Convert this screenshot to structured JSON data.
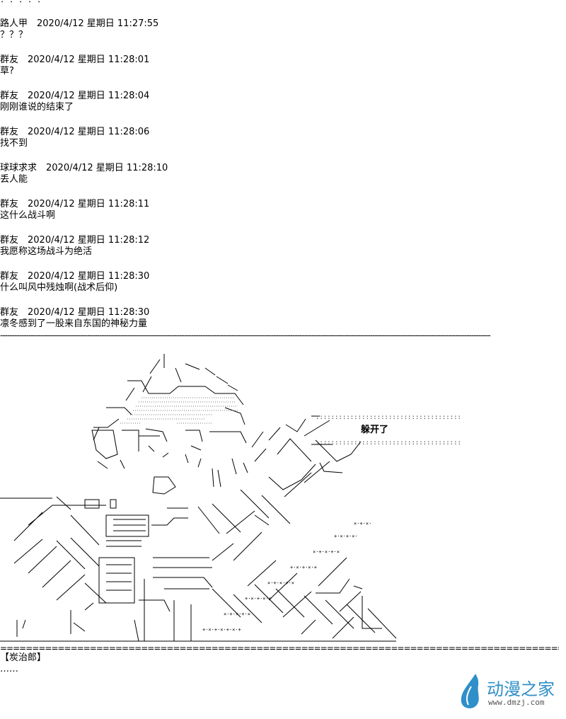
{
  "top_line": "？？？？？",
  "messages": [
    {
      "header": "路人甲　2020/4/12 星期日 11:27:55",
      "body": "？？？"
    },
    {
      "header": "群友　2020/4/12 星期日 11:28:01",
      "body": "草?"
    },
    {
      "header": "群友　2020/4/12 星期日 11:28:04",
      "body": "刚刚谁说的结束了"
    },
    {
      "header": "群友　2020/4/12 星期日 11:28:06",
      "body": "找不到"
    },
    {
      "header": "球球求求　2020/4/12 星期日 11:28:10",
      "body": "丢人能"
    },
    {
      "header": "群友　2020/4/12 星期日 11:28:11",
      "body": "这什么战斗啊"
    },
    {
      "header": "群友　2020/4/12 星期日 11:28:12",
      "body": "我愿称这场战斗为绝活"
    },
    {
      "header": "群友　2020/4/12 星期日 11:28:30",
      "body": "什么叫风中残烛啊(战术后仰)"
    },
    {
      "header": "群友　2020/4/12 星期日 11:28:30",
      "body": "凛冬感到了一股来自东国的神秘力量"
    }
  ],
  "separator_dash": "----------------------------------------------------------------------------------------------------------------------------------------------------------------------------------------------------------------",
  "separator_equal": "=====================================================================================================================================================================================================================",
  "art": {
    "speech_bubble_text": "躲开了",
    "dots_line": ":::::::::::::::::::::::::::::::::::::::::::::::::::::::::::::::::::::::::"
  },
  "footer": {
    "speaker": "【炭治郎】",
    "line": "……"
  },
  "logo": {
    "name": "动漫之家",
    "url": "www.dmzj.com",
    "color": "#2f8fc9"
  }
}
